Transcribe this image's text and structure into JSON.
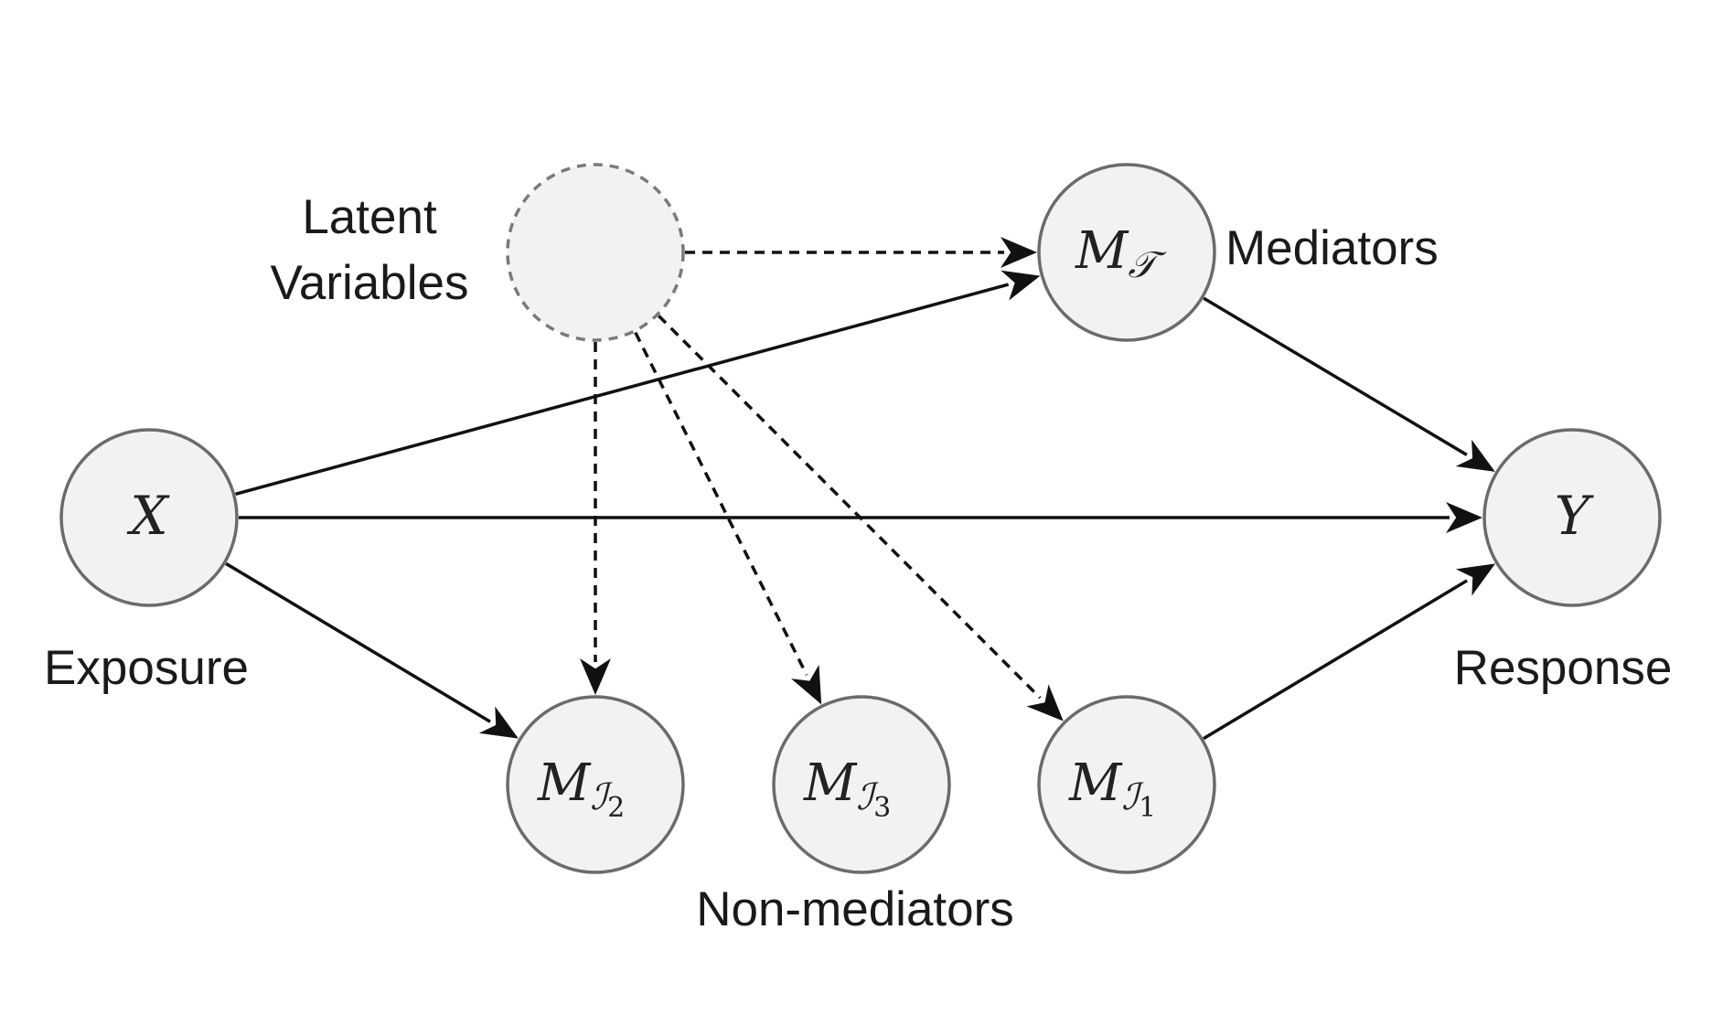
{
  "nodes": {
    "latent": {
      "label": ""
    },
    "x": {
      "label": "X"
    },
    "y": {
      "label": "Y"
    },
    "m_t": {
      "main": "M",
      "sub": "𝒯",
      "subsub": ""
    },
    "m_i2": {
      "main": "M",
      "sub": "ℐ",
      "subsub": "2"
    },
    "m_i3": {
      "main": "M",
      "sub": "ℐ",
      "subsub": "3"
    },
    "m_i1": {
      "main": "M",
      "sub": "ℐ",
      "subsub": "1"
    }
  },
  "labels": {
    "latent_line1": "Latent",
    "latent_line2": "Variables",
    "mediators": "Mediators",
    "exposure": "Exposure",
    "response": "Response",
    "non_mediators": "Non-mediators"
  },
  "edges": [
    {
      "from": "x",
      "to": "m_t",
      "style": "solid"
    },
    {
      "from": "x",
      "to": "y",
      "style": "solid"
    },
    {
      "from": "x",
      "to": "m_i2",
      "style": "solid"
    },
    {
      "from": "m_t",
      "to": "y",
      "style": "solid"
    },
    {
      "from": "m_i1",
      "to": "y",
      "style": "solid"
    },
    {
      "from": "latent",
      "to": "m_t",
      "style": "dashed"
    },
    {
      "from": "latent",
      "to": "m_i2",
      "style": "dashed"
    },
    {
      "from": "latent",
      "to": "m_i3",
      "style": "dashed"
    },
    {
      "from": "latent",
      "to": "m_i1",
      "style": "dashed"
    }
  ],
  "colors": {
    "node_fill": "#f2f2f0",
    "node_stroke": "#6b6b6b",
    "edge": "#111111"
  }
}
